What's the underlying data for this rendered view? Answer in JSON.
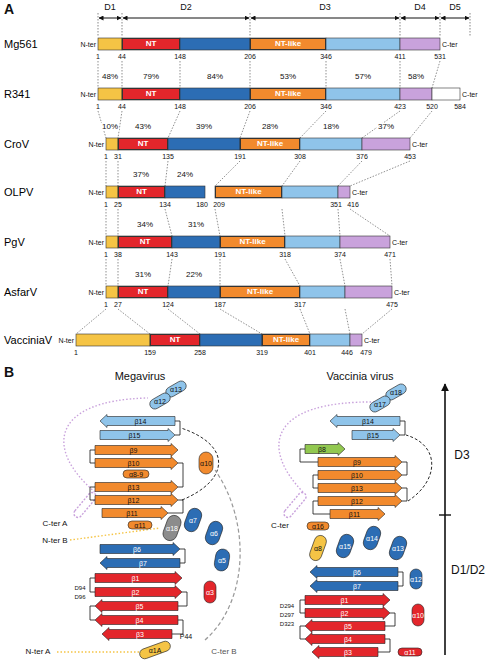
{
  "diagram": {
    "nodes": [
      {
        "text": [
          "NT"
        ]
      },
      {
        "text": [
          "NT-like"
        ]
      },
      {
        "text": [
          "NT"
        ]
      },
      {
        "text": [
          "NT-like"
        ]
      },
      {
        "text": [
          "NT"
        ]
      },
      {
        "text": [
          "NT-like"
        ]
      },
      {
        "text": [
          "NT"
        ]
      },
      {
        "text": [
          "NT-like"
        ]
      },
      {
        "text": [
          "NT"
        ]
      },
      {
        "text": [
          "NT-like"
        ]
      },
      {
        "text": [
          "NT"
        ]
      },
      {
        "text": [
          "NT-like"
        ]
      },
      {
        "text": [
          "NT"
        ]
      },
      {
        "text": [
          "NT-like"
        ]
      }
    ],
    "labels": [
      "A",
      "D1",
      "D2",
      "D3",
      "D4",
      "D5",
      "Mg561",
      "N-ter",
      "1",
      "44",
      "148",
      "206",
      "346",
      "411",
      "531",
      "C-ter",
      "48%",
      "79%",
      "84%",
      "53%",
      "57%",
      "58%",
      "R341",
      "N-ter",
      "1",
      "44",
      "148",
      "206",
      "346",
      "423",
      "520",
      "584",
      "C-ter",
      "10%",
      "43%",
      "39%",
      "28%",
      "18%",
      "37%",
      "CroV",
      "N-ter",
      "1",
      "31",
      "135",
      "191",
      "308",
      "376",
      "453",
      "C-ter",
      "37%",
      "24%",
      "OLPV",
      "N-ter",
      "1",
      "25",
      "134",
      "180",
      "209",
      "351",
      "416",
      "C-ter",
      "34%",
      "31%",
      "PgV",
      "N-ter",
      "1",
      "38",
      "143",
      "191",
      "318",
      "374",
      "471",
      "C-ter",
      "31%",
      "22%",
      "AsfarV",
      "N-ter",
      "1",
      "27",
      "124",
      "187",
      "317",
      "475",
      "C-ter",
      "VacciniaV",
      "N-ter",
      "1",
      "159",
      "258",
      "319",
      "401",
      "446",
      "479",
      "C-ter",
      "B",
      "Megavirus",
      "Vaccinia virus",
      "D3",
      "D1/D2",
      "α13",
      "α12",
      "β14",
      "β15",
      "β9",
      "β10",
      "α8-9",
      "α10",
      "β13",
      "β12",
      "β11",
      "α11",
      "α18",
      "α7",
      "α6",
      "α5",
      "β6",
      "β7",
      "β1",
      "β2",
      "α3",
      "β5",
      "β4",
      "β3",
      "α1A",
      "C-ter A",
      "N-ter B",
      "D94",
      "D96",
      "P44",
      "N-ter A",
      "C-ter B",
      "α18",
      "α17",
      "β14",
      "β15",
      "β8",
      "β9",
      "β10",
      "β13",
      "β12",
      "β11",
      "α16",
      "α8",
      "α15",
      "α14",
      "α13",
      "β6",
      "β7",
      "α12",
      "β1",
      "β2",
      "β5",
      "β4",
      "β3",
      "α10",
      "α11",
      "C-ter",
      "D294",
      "D297",
      "D323"
    ]
  }
}
